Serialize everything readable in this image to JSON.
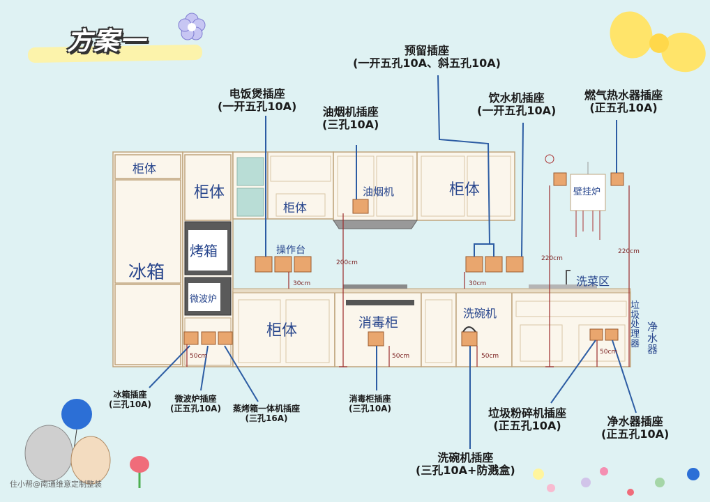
{
  "title": "方案一",
  "watermark": "住小帮@南通维意定制整装",
  "colors": {
    "background": "#dff2f3",
    "cabinet": "#fbf6ec",
    "cabinet_stroke": "#bfa47c",
    "socket": "#e9a66e",
    "leader_line": "#2c5ca3",
    "dimension_line": "#9b2a2a",
    "glass": "#b9ddd6",
    "yellow_bow": "#ffe46a"
  },
  "labels": {
    "rice_cooker": [
      "电饭煲插座",
      "(一开五孔10A)"
    ],
    "range_hood": [
      "油烟机插座",
      "(三孔10A)"
    ],
    "reserved": [
      "预留插座",
      "(一开五孔10A、斜五孔10A)"
    ],
    "water_dispenser": [
      "饮水机插座",
      "(一开五孔10A)"
    ],
    "gas_heater": [
      "燃气热水器插座",
      "(正五孔10A)"
    ],
    "fridge": [
      "冰箱插座",
      "(三孔10A)"
    ],
    "microwave": [
      "微波炉插座",
      "(正五孔10A)"
    ],
    "steam_oven": [
      "蒸烤箱一体机插座",
      "(三孔16A)"
    ],
    "disinfection": [
      "消毒柜插座",
      "(三孔10A)"
    ],
    "dishwasher": [
      "洗碗机插座",
      "(三孔10A+防溅盒)"
    ],
    "garbage_disposer": [
      "垃圾粉碎机插座",
      "(正五孔10A)"
    ],
    "water_purifier": [
      "净水器插座",
      "(正五孔10A)"
    ]
  },
  "handwritten": {
    "cabinet_top_left": "柜体",
    "cabinet_upper": "柜体",
    "cabinet_upper_mid": "柜体",
    "cabinet_upper_right": "柜体",
    "cabinet_lower": "柜体",
    "fridge": "冰箱",
    "oven": "烤箱",
    "microwave": "微波炉",
    "range_hood": "油烟机",
    "counter": "操作台",
    "disinfection": "消毒柜",
    "dishwasher": "洗碗机",
    "wash_area": "洗菜区",
    "wall_heater": "壁挂炉",
    "garbage_disposer": "垃圾处理器",
    "water_purifier": "净水器"
  },
  "dimensions": {
    "d_200": "200cm",
    "d_30a": "30cm",
    "d_30b": "30cm",
    "d_220a": "220cm",
    "d_220b": "220cm",
    "d_50a": "50cm",
    "d_50b": "50cm",
    "d_50c": "50cm",
    "d_50d": "50cm"
  }
}
